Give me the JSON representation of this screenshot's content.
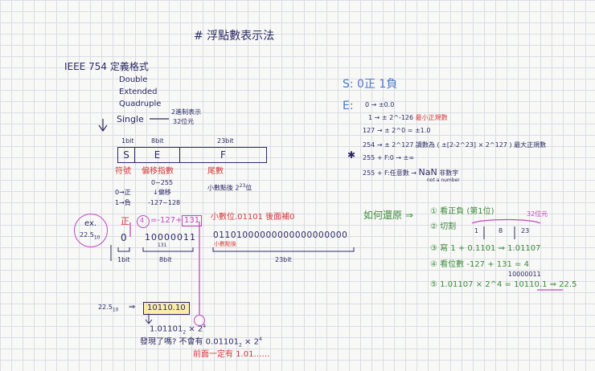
{
  "title": "# 浮點數表示法",
  "left": {
    "heading": "IEEE 754 定義格式",
    "formats": [
      "Double",
      "Extended",
      "Quadruple",
      "Single"
    ],
    "single_note1": "2進制表示",
    "single_note2": "32位元",
    "field_bits": [
      "1bit",
      "8bit",
      "23bit"
    ],
    "fields": [
      "S",
      "E",
      "F"
    ],
    "field_names": [
      "符號",
      "偏移指數",
      "尾數"
    ],
    "e_range1": "0~255",
    "e_range_arrow": "偏移",
    "e_range2": "-127~128",
    "f_note": "小數點後 2",
    "f_note_exp": "23",
    "f_note_tail": "位",
    "sign_pos": "0→正",
    "sign_neg": "1→負",
    "ex_label": "ex.",
    "ex_value": "22.5",
    "ex_sub": "10",
    "positive": "正",
    "step4": "4",
    "exp_calc": "=-127+",
    "exp_boxed": "131",
    "frac_note": "小數位.01101 後面補0",
    "sign_bit": "0",
    "exp_bits": "10000011",
    "exp_dec": "131",
    "frac_bits": "01101000000000000000000",
    "frac_sub": "小數點後",
    "bits_labels": [
      "1bit",
      "8bit",
      "23bit"
    ],
    "conv_lhs": "22.5",
    "conv_sub": "10",
    "conv_arrow": "⇒",
    "conv_bin": "10110.10",
    "norm": "1.01101",
    "norm_sub": "2",
    "norm_times": "× 2",
    "norm_exp": "4",
    "question": "發現了嗎? 不會有 0.01101",
    "question_sub": "2",
    "question_tail": "× 2",
    "question_exp": "4",
    "always": "前面一定有 1.01……"
  },
  "right": {
    "s_rule": "S: 0正 1負",
    "e_label": "E:",
    "e_rows": [
      {
        "lhs": "0 →",
        "rhs": "±0.0",
        "note": ""
      },
      {
        "lhs": "1 →",
        "rhs": "± 2^-126",
        "note": "最小正規數"
      },
      {
        "lhs": "127 →",
        "rhs": "± 2^0 = ±1.0",
        "note": ""
      },
      {
        "lhs": "254 →",
        "rhs": "± 2^127",
        "note": "讀數為 ( ±[2-2^23] × 2^127 ) 最大正規數"
      },
      {
        "lhs": "255 + F:0 →",
        "rhs": "±∞",
        "note": ""
      },
      {
        "lhs": "255 + F:任意數 →",
        "rhs": "NaN",
        "note": "非數字"
      }
    ],
    "nan_note": "not a number",
    "restore_title": "如何還原 ⇒",
    "steps": [
      {
        "num": "①",
        "text": "看正負 (第1位)"
      },
      {
        "num": "②",
        "text": "切割"
      },
      {
        "num": "③",
        "text": "寫 1 + 0.1101 ⇒ 1.01107"
      },
      {
        "num": "④",
        "text": "看位數 -127 + 131 = 4"
      },
      {
        "num": "⑤",
        "text": "1.01107 × 2^4 = 10110.1 ⇒ 22.5"
      }
    ],
    "split_parts": [
      "1",
      "8",
      "23"
    ],
    "split_note": "32位元",
    "step4_bits": "10000011"
  }
}
